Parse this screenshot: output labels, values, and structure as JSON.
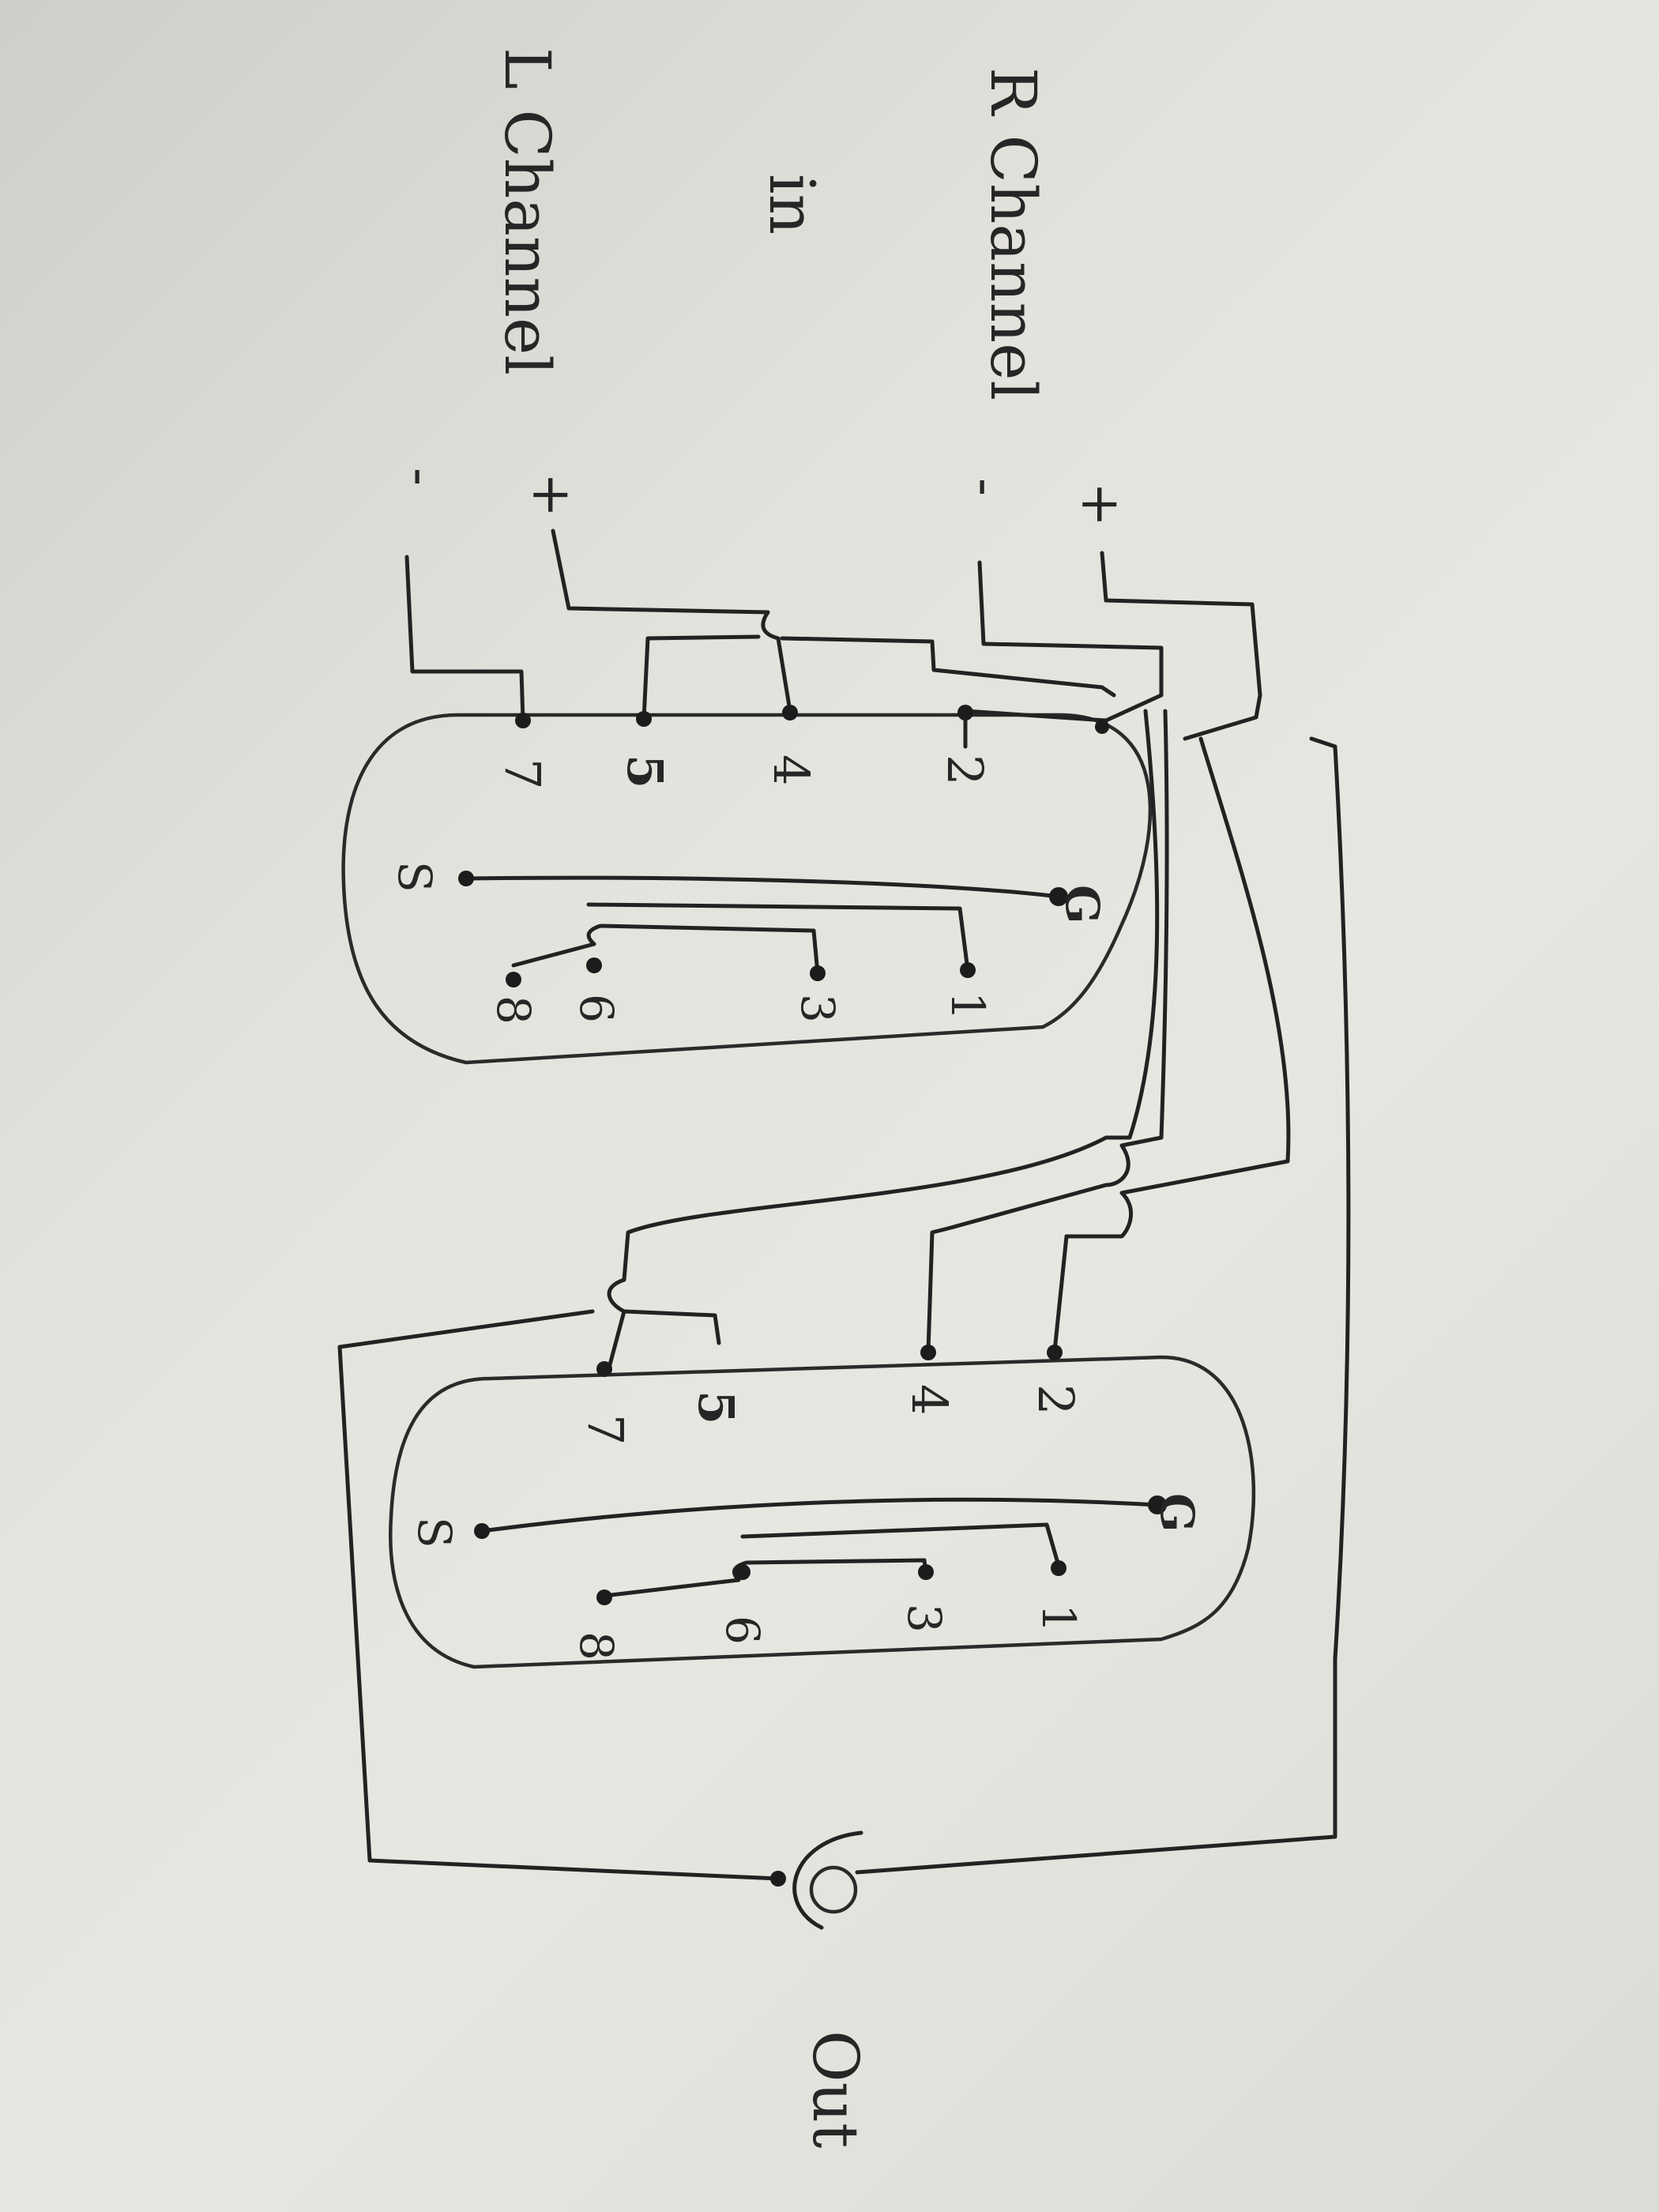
{
  "inputs": {
    "r_channel": "R Channel",
    "in": "in",
    "l_channel": "L Channel",
    "plus": "+",
    "minus": "-"
  },
  "output": {
    "label": "Out"
  },
  "switch_top": {
    "upper_terminals": [
      "7",
      "5",
      "4",
      "2"
    ],
    "middle_terminals": [
      "S",
      "G"
    ],
    "lower_terminals": [
      "8",
      "6",
      "3",
      "1"
    ]
  },
  "switch_bottom": {
    "upper_terminals": [
      "7",
      "5",
      "4",
      "2"
    ],
    "middle_terminals": [
      "S",
      "G"
    ],
    "lower_terminals": [
      "8",
      "6",
      "3",
      "1"
    ]
  }
}
